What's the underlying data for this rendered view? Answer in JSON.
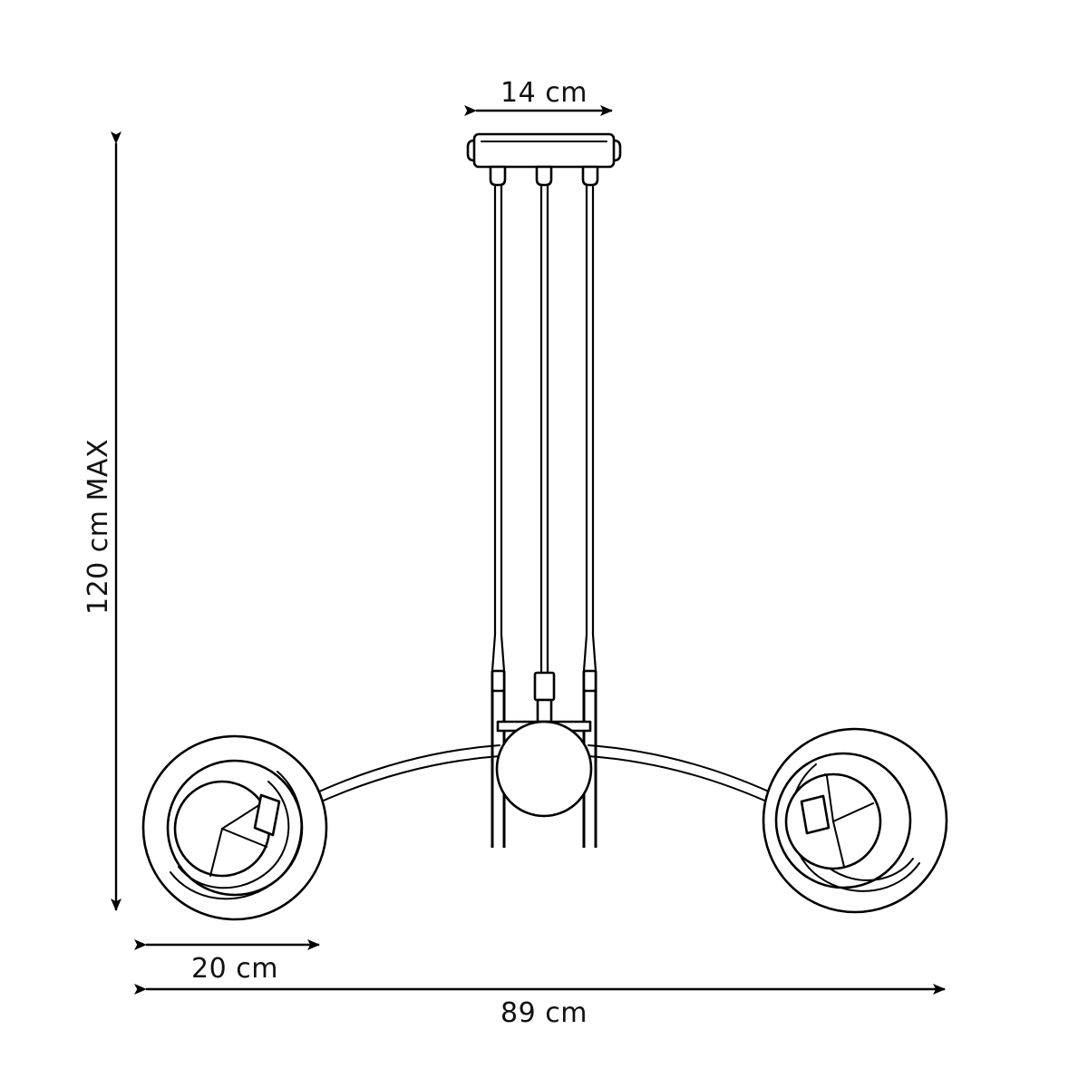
{
  "drawing": {
    "title": "Pendant lamp dimensional drawing",
    "background_color": "#ffffff",
    "line_color": "#000000"
  },
  "dimensions": {
    "width_top": {
      "label": "14 cm",
      "name": "canopy-width",
      "orientation": "horizontal",
      "value": 14,
      "unit": "cm"
    },
    "height_max": {
      "label": "120 cm MAX",
      "name": "max-drop-height",
      "orientation": "vertical",
      "value": 120,
      "unit": "cm",
      "qualifier": "MAX"
    },
    "shade_width": {
      "label": "20 cm",
      "name": "shade-diameter",
      "orientation": "horizontal",
      "value": 20,
      "unit": "cm"
    },
    "total_width": {
      "label": "89 cm",
      "name": "overall-width",
      "orientation": "horizontal",
      "value": 89,
      "unit": "cm"
    }
  },
  "components": {
    "canopy": "ceiling-canopy-plate",
    "cables": [
      "cable-left",
      "cable-center",
      "cable-right"
    ],
    "rods": [
      "support-rod-left",
      "support-rod-right"
    ],
    "crossbar": "horizontal-crossbar",
    "center_globe": "center-globe-bulb",
    "arms": [
      "curved-arm-left",
      "curved-arm-right"
    ],
    "shades": [
      "spiral-shade-left",
      "spiral-shade-right"
    ],
    "socket": "center-lamp-socket"
  }
}
